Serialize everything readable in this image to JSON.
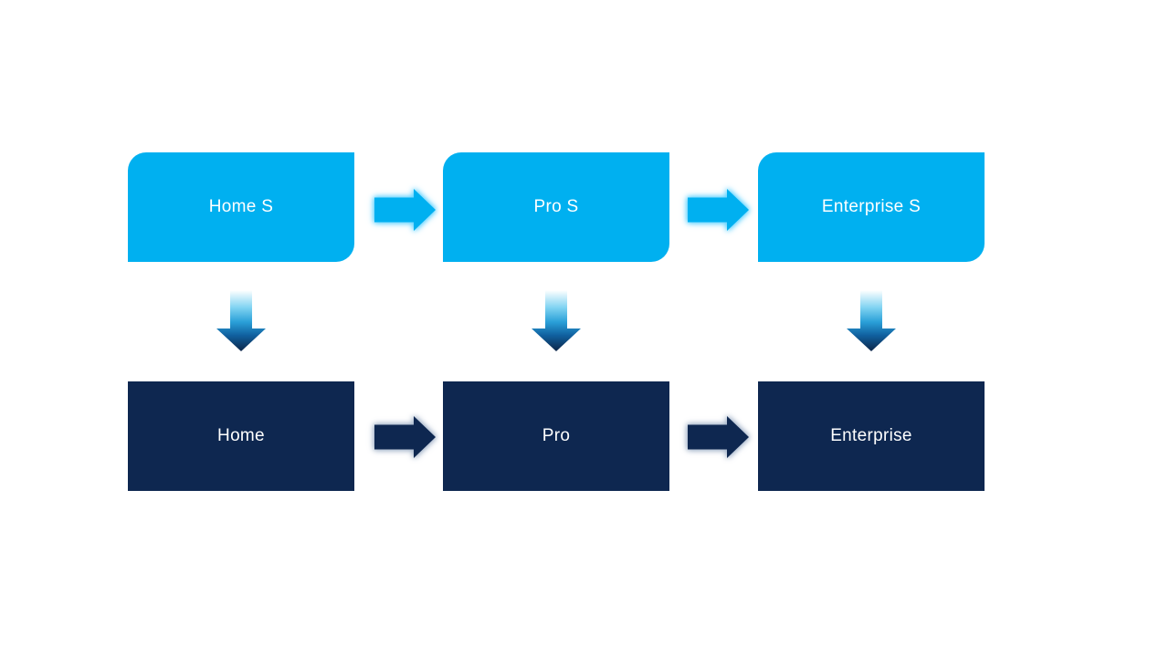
{
  "slide": {
    "background": "#FFFFFF",
    "description": "Upgrade path process diagram with two tiers"
  },
  "colors": {
    "light_blue": "#00B0F0",
    "navy": "#0E2750",
    "label_text": "#FFFFFF",
    "glow_top": "#66D4FF",
    "glow_bottom": "#A7B6CB",
    "down_gradient": [
      "#FFFFFF",
      "#82D4F2",
      "#2AA0D8",
      "#10609F",
      "#0C2547"
    ]
  },
  "diagram": {
    "top_row": [
      {
        "label": "Home S"
      },
      {
        "label": "Pro S"
      },
      {
        "label": "Enterprise S"
      }
    ],
    "bottom_row": [
      {
        "label": "Home"
      },
      {
        "label": "Pro"
      },
      {
        "label": "Enterprise"
      }
    ],
    "connections": {
      "horizontal_top": [
        "Home S → Pro S",
        "Pro S → Enterprise S"
      ],
      "horizontal_bottom": [
        "Home → Pro",
        "Pro → Enterprise"
      ],
      "vertical": [
        "Home S → Home",
        "Pro S → Pro",
        "Enterprise S → Enterprise"
      ]
    }
  }
}
